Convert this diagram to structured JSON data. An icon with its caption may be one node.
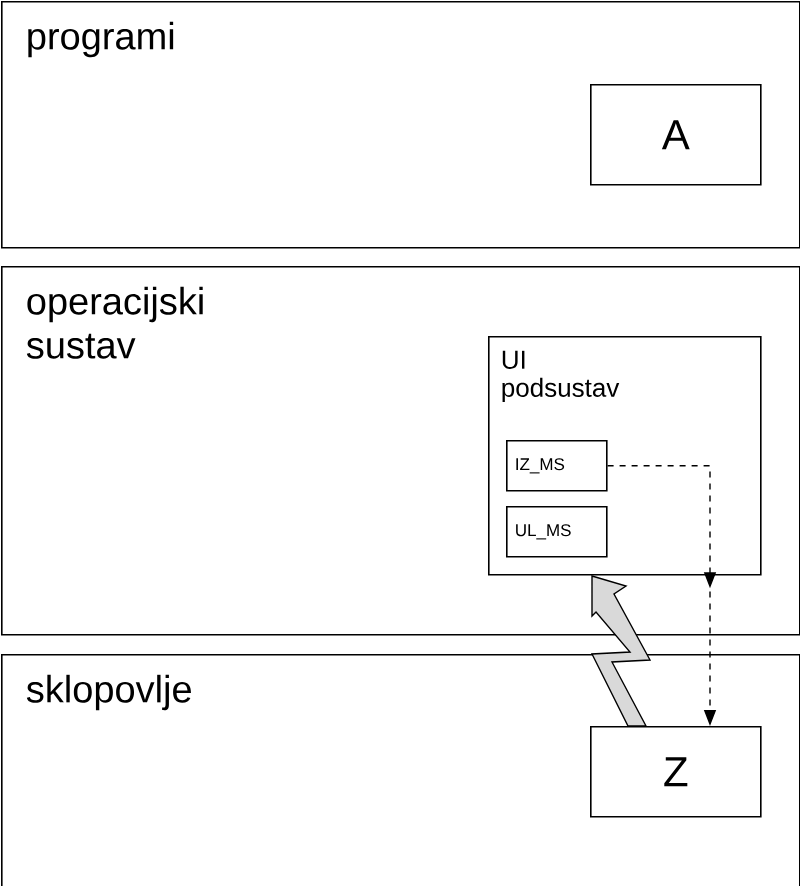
{
  "diagram": {
    "nodes": [
      {
        "text": [
          "programi"
        ]
      },
      {
        "text": [
          "A"
        ],
        "in": 0
      },
      {
        "text": [
          "operacijski sustav"
        ]
      },
      {
        "text": [
          "UI podsustav"
        ],
        "in": 2
      },
      {
        "text": [
          "IZ_MS"
        ],
        "in": 3
      },
      {
        "text": [
          "UL_MS"
        ],
        "in": 3
      },
      {
        "text": [
          "sklopovlje"
        ]
      },
      {
        "text": [
          "Z"
        ],
        "in": 6
      }
    ],
    "edges": [
      {
        "from": 4,
        "to": 7,
        "arrow": "to",
        "style": "dashed"
      },
      {
        "from": 7,
        "to": 3,
        "arrow": "to",
        "color": "#d9d9d9"
      }
    ]
  }
}
